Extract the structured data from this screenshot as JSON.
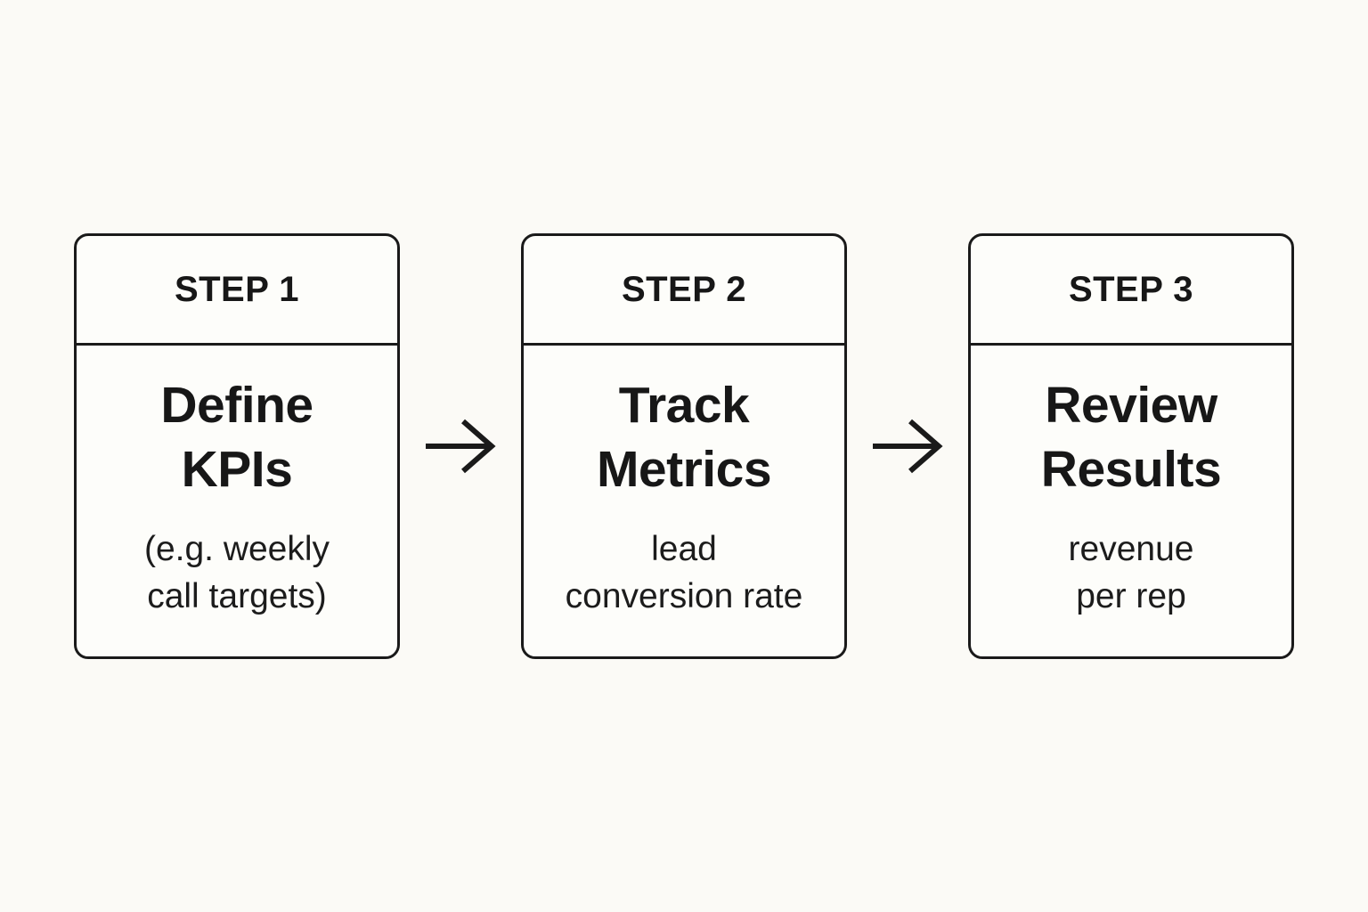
{
  "page": {
    "background_color": "#FBFAF6",
    "card_background_color": "#FDFDFA",
    "line_color": "#1A1A1A",
    "text_color": "#171717"
  },
  "diagram": {
    "type": "flowchart-horizontal",
    "connector": "right-arrow",
    "steps": [
      {
        "label": "STEP 1",
        "title": "Define KPIs",
        "title_lines": [
          "Define",
          "KPIs"
        ],
        "subtitle": "(e.g. weekly call targets)",
        "subtitle_lines": [
          "(e.g. weekly",
          "call targets)"
        ]
      },
      {
        "label": "STEP 2",
        "title": "Track Metrics",
        "title_lines": [
          "Track",
          "Metrics"
        ],
        "subtitle": "lead conversion rate",
        "subtitle_lines": [
          "lead",
          "conversion rate"
        ]
      },
      {
        "label": "STEP 3",
        "title": "Review Results",
        "title_lines": [
          "Review",
          "Results"
        ],
        "subtitle": "revenue per rep",
        "subtitle_lines": [
          "revenue",
          "per rep"
        ]
      }
    ]
  }
}
